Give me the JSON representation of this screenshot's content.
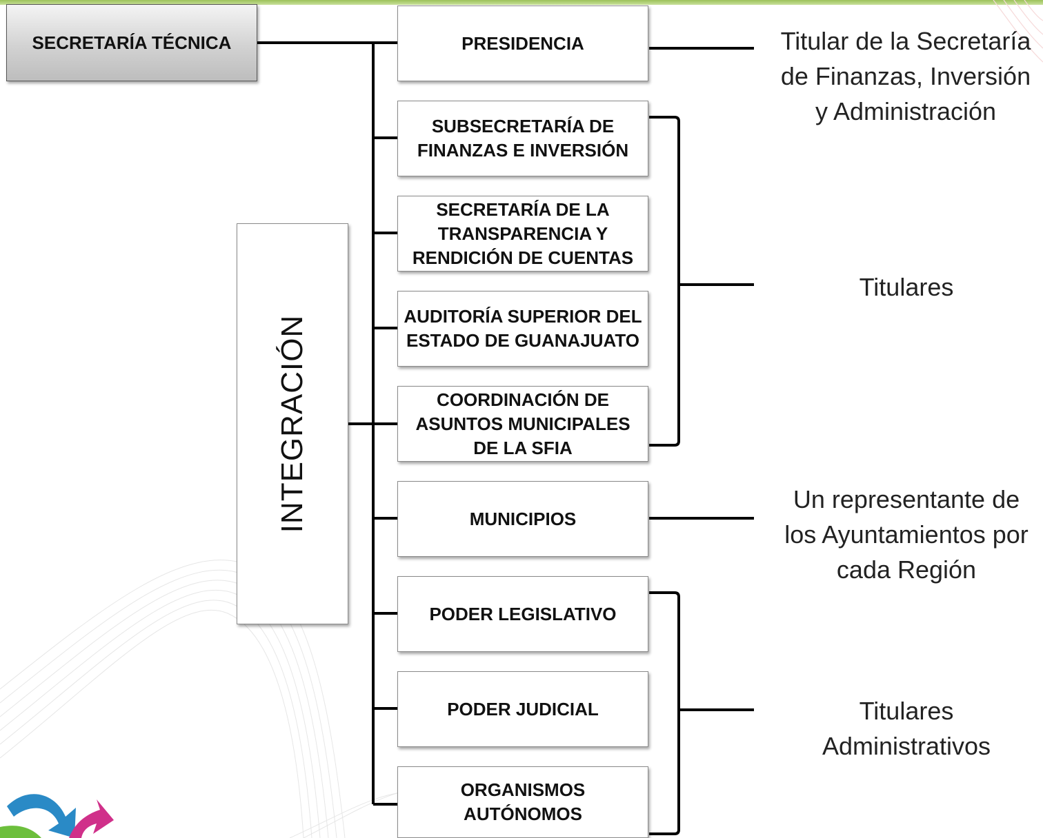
{
  "header": {
    "accent_color": "#9cc25a"
  },
  "secretaria_tecnica": "SECRETARÍA TÉCNICA",
  "integracion": "INTEGRACIÓN",
  "members": [
    "PRESIDENCIA",
    "SUBSECRETARÍA DE\nFINANZAS E INVERSIÓN",
    "SECRETARÍA DE LA\nTRANSPARENCIA Y\nRENDICIÓN DE CUENTAS",
    "AUDITORÍA SUPERIOR DEL\nESTADO DE GUANAJUATO",
    "COORDINACIÓN DE\nASUNTOS MUNICIPALES\nDE LA SFIA",
    "MUNICIPIOS",
    "PODER LEGISLATIVO",
    "PODER JUDICIAL",
    "ORGANISMOS\nAUTÓNOMOS"
  ],
  "representatives": [
    "Titular de la Secretaría\nde Finanzas, Inversión\ny Administración",
    "Titulares",
    "Un representante de\nlos Ayuntamientos por\ncada Región",
    "Titulares\nAdministrativos"
  ],
  "logo": {
    "icon": "arrows-logo-icon",
    "colors": [
      "#2a8ac6",
      "#d0308a",
      "#6cbf3c"
    ]
  }
}
